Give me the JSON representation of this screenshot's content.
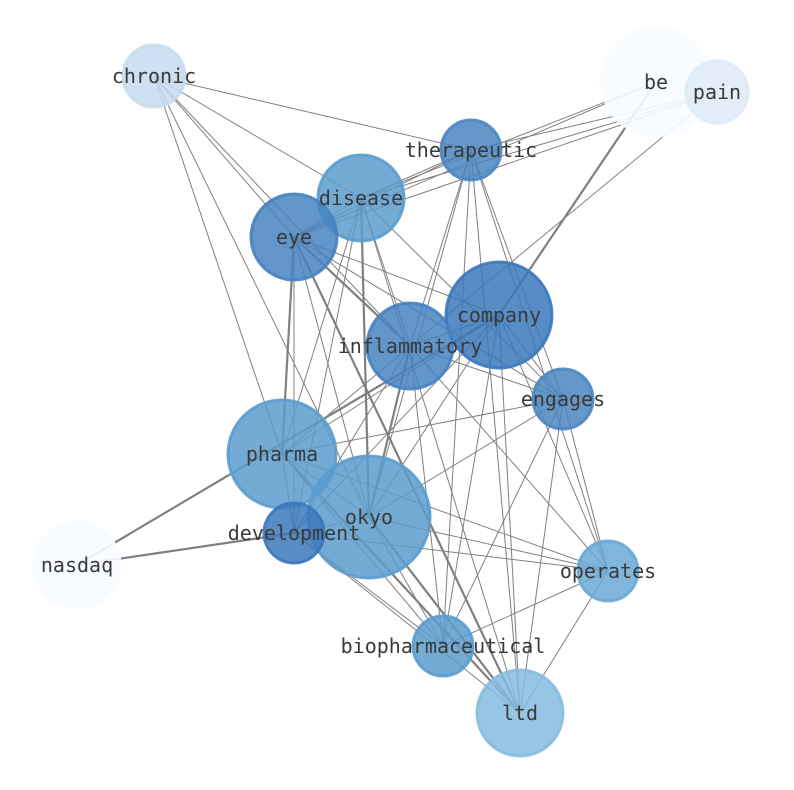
{
  "graph": {
    "nodes": [
      {
        "id": "chronic",
        "label": "chronic",
        "color": "#c6dbef",
        "opacity": 0.85
      },
      {
        "id": "be",
        "label": "be",
        "color": "#f7fbff",
        "opacity": 0.9
      },
      {
        "id": "pain",
        "label": "pain",
        "color": "#deebf7",
        "opacity": 0.85
      },
      {
        "id": "therapeutic",
        "label": "therapeutic",
        "color": "#4a86c0",
        "opacity": 0.85
      },
      {
        "id": "disease",
        "label": "disease",
        "color": "#5b9cce",
        "opacity": 0.85
      },
      {
        "id": "eye",
        "label": "eye",
        "color": "#4682c0",
        "opacity": 0.85
      },
      {
        "id": "company",
        "label": "company",
        "color": "#3b78bb",
        "opacity": 0.85
      },
      {
        "id": "inflammatory",
        "label": "inflammatory",
        "color": "#4682c0",
        "opacity": 0.85
      },
      {
        "id": "engages",
        "label": "engages",
        "color": "#4a86c0",
        "opacity": 0.85
      },
      {
        "id": "pharma",
        "label": "pharma",
        "color": "#5b9cce",
        "opacity": 0.85
      },
      {
        "id": "okyo",
        "label": "okyo",
        "color": "#5b9cce",
        "opacity": 0.85
      },
      {
        "id": "development",
        "label": "development",
        "color": "#3b78bb",
        "opacity": 0.85
      },
      {
        "id": "nasdaq",
        "label": "nasdaq",
        "color": "#f7fbff",
        "opacity": 0.9
      },
      {
        "id": "operates",
        "label": "operates",
        "color": "#6aa8d6",
        "opacity": 0.85
      },
      {
        "id": "biopharmaceutical",
        "label": "biopharmaceutical",
        "color": "#5b9cce",
        "opacity": 0.85
      },
      {
        "id": "ltd",
        "label": "ltd",
        "color": "#85bce0",
        "opacity": 0.85
      }
    ],
    "edges": [
      {
        "source": "chronic",
        "target": "therapeutic",
        "weight": 1
      },
      {
        "source": "chronic",
        "target": "eye",
        "weight": 1
      },
      {
        "source": "chronic",
        "target": "inflammatory",
        "weight": 1
      },
      {
        "source": "chronic",
        "target": "disease",
        "weight": 1
      },
      {
        "source": "chronic",
        "target": "pharma",
        "weight": 1
      },
      {
        "source": "chronic",
        "target": "okyo",
        "weight": 1
      },
      {
        "source": "be",
        "target": "company",
        "weight": 2
      },
      {
        "source": "be",
        "target": "disease",
        "weight": 1
      },
      {
        "source": "be",
        "target": "eye",
        "weight": 1
      },
      {
        "source": "pain",
        "target": "disease",
        "weight": 1
      },
      {
        "source": "pain",
        "target": "therapeutic",
        "weight": 1
      },
      {
        "source": "pain",
        "target": "eye",
        "weight": 1
      },
      {
        "source": "pain",
        "target": "inflammatory",
        "weight": 1
      },
      {
        "source": "therapeutic",
        "target": "eye",
        "weight": 1
      },
      {
        "source": "therapeutic",
        "target": "disease",
        "weight": 1
      },
      {
        "source": "therapeutic",
        "target": "inflammatory",
        "weight": 1
      },
      {
        "source": "therapeutic",
        "target": "okyo",
        "weight": 1
      },
      {
        "source": "therapeutic",
        "target": "biopharmaceutical",
        "weight": 1
      },
      {
        "source": "therapeutic",
        "target": "ltd",
        "weight": 1
      },
      {
        "source": "therapeutic",
        "target": "operates",
        "weight": 1
      },
      {
        "source": "therapeutic",
        "target": "engages",
        "weight": 1
      },
      {
        "source": "disease",
        "target": "eye",
        "weight": 1
      },
      {
        "source": "disease",
        "target": "okyo",
        "weight": 2
      },
      {
        "source": "disease",
        "target": "inflammatory",
        "weight": 1
      },
      {
        "source": "disease",
        "target": "pharma",
        "weight": 1
      },
      {
        "source": "disease",
        "target": "ltd",
        "weight": 1
      },
      {
        "source": "disease",
        "target": "engages",
        "weight": 1
      },
      {
        "source": "disease",
        "target": "development",
        "weight": 1
      },
      {
        "source": "eye",
        "target": "inflammatory",
        "weight": 2
      },
      {
        "source": "eye",
        "target": "pharma",
        "weight": 2
      },
      {
        "source": "eye",
        "target": "okyo",
        "weight": 1
      },
      {
        "source": "eye",
        "target": "development",
        "weight": 1
      },
      {
        "source": "eye",
        "target": "company",
        "weight": 1
      },
      {
        "source": "eye",
        "target": "engages",
        "weight": 1
      },
      {
        "source": "eye",
        "target": "ltd",
        "weight": 2
      },
      {
        "source": "company",
        "target": "okyo",
        "weight": 1
      },
      {
        "source": "company",
        "target": "pharma",
        "weight": 1
      },
      {
        "source": "company",
        "target": "inflammatory",
        "weight": 1
      },
      {
        "source": "company",
        "target": "engages",
        "weight": 1
      },
      {
        "source": "company",
        "target": "operates",
        "weight": 1
      },
      {
        "source": "company",
        "target": "biopharmaceutical",
        "weight": 1
      },
      {
        "source": "company",
        "target": "ltd",
        "weight": 1
      },
      {
        "source": "company",
        "target": "development",
        "weight": 1
      },
      {
        "source": "inflammatory",
        "target": "okyo",
        "weight": 2
      },
      {
        "source": "inflammatory",
        "target": "pharma",
        "weight": 1
      },
      {
        "source": "inflammatory",
        "target": "operates",
        "weight": 1
      },
      {
        "source": "inflammatory",
        "target": "biopharmaceutical",
        "weight": 1
      },
      {
        "source": "inflammatory",
        "target": "engages",
        "weight": 1
      },
      {
        "source": "inflammatory",
        "target": "development",
        "weight": 1
      },
      {
        "source": "engages",
        "target": "okyo",
        "weight": 1
      },
      {
        "source": "engages",
        "target": "pharma",
        "weight": 1
      },
      {
        "source": "engages",
        "target": "biopharmaceutical",
        "weight": 1
      },
      {
        "source": "engages",
        "target": "ltd",
        "weight": 1
      },
      {
        "source": "engages",
        "target": "operates",
        "weight": 1
      },
      {
        "source": "pharma",
        "target": "okyo",
        "weight": 1
      },
      {
        "source": "pharma",
        "target": "ltd",
        "weight": 2
      },
      {
        "source": "pharma",
        "target": "biopharmaceutical",
        "weight": 1
      },
      {
        "source": "pharma",
        "target": "operates",
        "weight": 1
      },
      {
        "source": "pharma",
        "target": "development",
        "weight": 1
      },
      {
        "source": "okyo",
        "target": "ltd",
        "weight": 2
      },
      {
        "source": "okyo",
        "target": "biopharmaceutical",
        "weight": 1
      },
      {
        "source": "okyo",
        "target": "operates",
        "weight": 1
      },
      {
        "source": "okyo",
        "target": "development",
        "weight": 1
      },
      {
        "source": "development",
        "target": "nasdaq",
        "weight": 2
      },
      {
        "source": "development",
        "target": "operates",
        "weight": 1
      },
      {
        "source": "development",
        "target": "ltd",
        "weight": 1
      },
      {
        "source": "development",
        "target": "biopharmaceutical",
        "weight": 1
      },
      {
        "source": "nasdaq",
        "target": "company",
        "weight": 2
      },
      {
        "source": "biopharmaceutical",
        "target": "operates",
        "weight": 1
      },
      {
        "source": "ltd",
        "target": "operates",
        "weight": 1
      }
    ]
  }
}
